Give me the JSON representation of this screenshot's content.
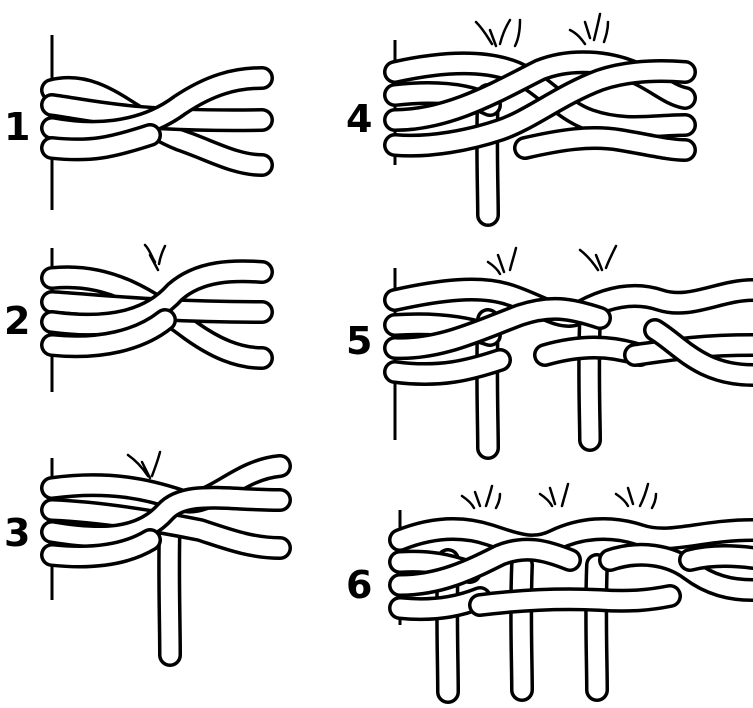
{
  "steps": [
    {
      "label": "1"
    },
    {
      "label": "2"
    },
    {
      "label": "3"
    },
    {
      "label": "4"
    },
    {
      "label": "5"
    },
    {
      "label": "6"
    }
  ],
  "colors": {
    "stroke": "#000000",
    "fill": "#ffffff",
    "background": "#ffffff"
  }
}
